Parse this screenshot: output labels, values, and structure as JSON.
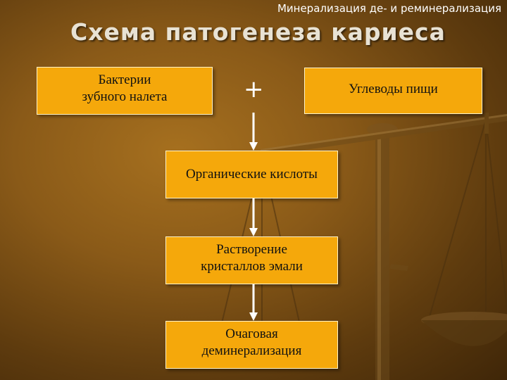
{
  "header": {
    "subtitle": "Минерализация де- и реминерализация",
    "title": "Схема патогенеза кариеса"
  },
  "nodes": {
    "bacteria": {
      "line1": "Бактерии",
      "line2": "зубного налета"
    },
    "carbs": {
      "label": "Углеводы пищи"
    },
    "acids": {
      "label": "Органические кислоты"
    },
    "dissolve": {
      "line1": "Растворение",
      "line2": "кристаллов эмали"
    },
    "focal": {
      "line1": "Очаговая",
      "line2": "деминерализация"
    }
  },
  "operator": {
    "plus": "+"
  },
  "colors": {
    "box_fill": "#f5a80b",
    "box_border": "#fff3c8",
    "background": "#8a5a18",
    "arrow": "#ffffff"
  },
  "icons": {
    "background_decoration": "balance-scales-icon"
  }
}
